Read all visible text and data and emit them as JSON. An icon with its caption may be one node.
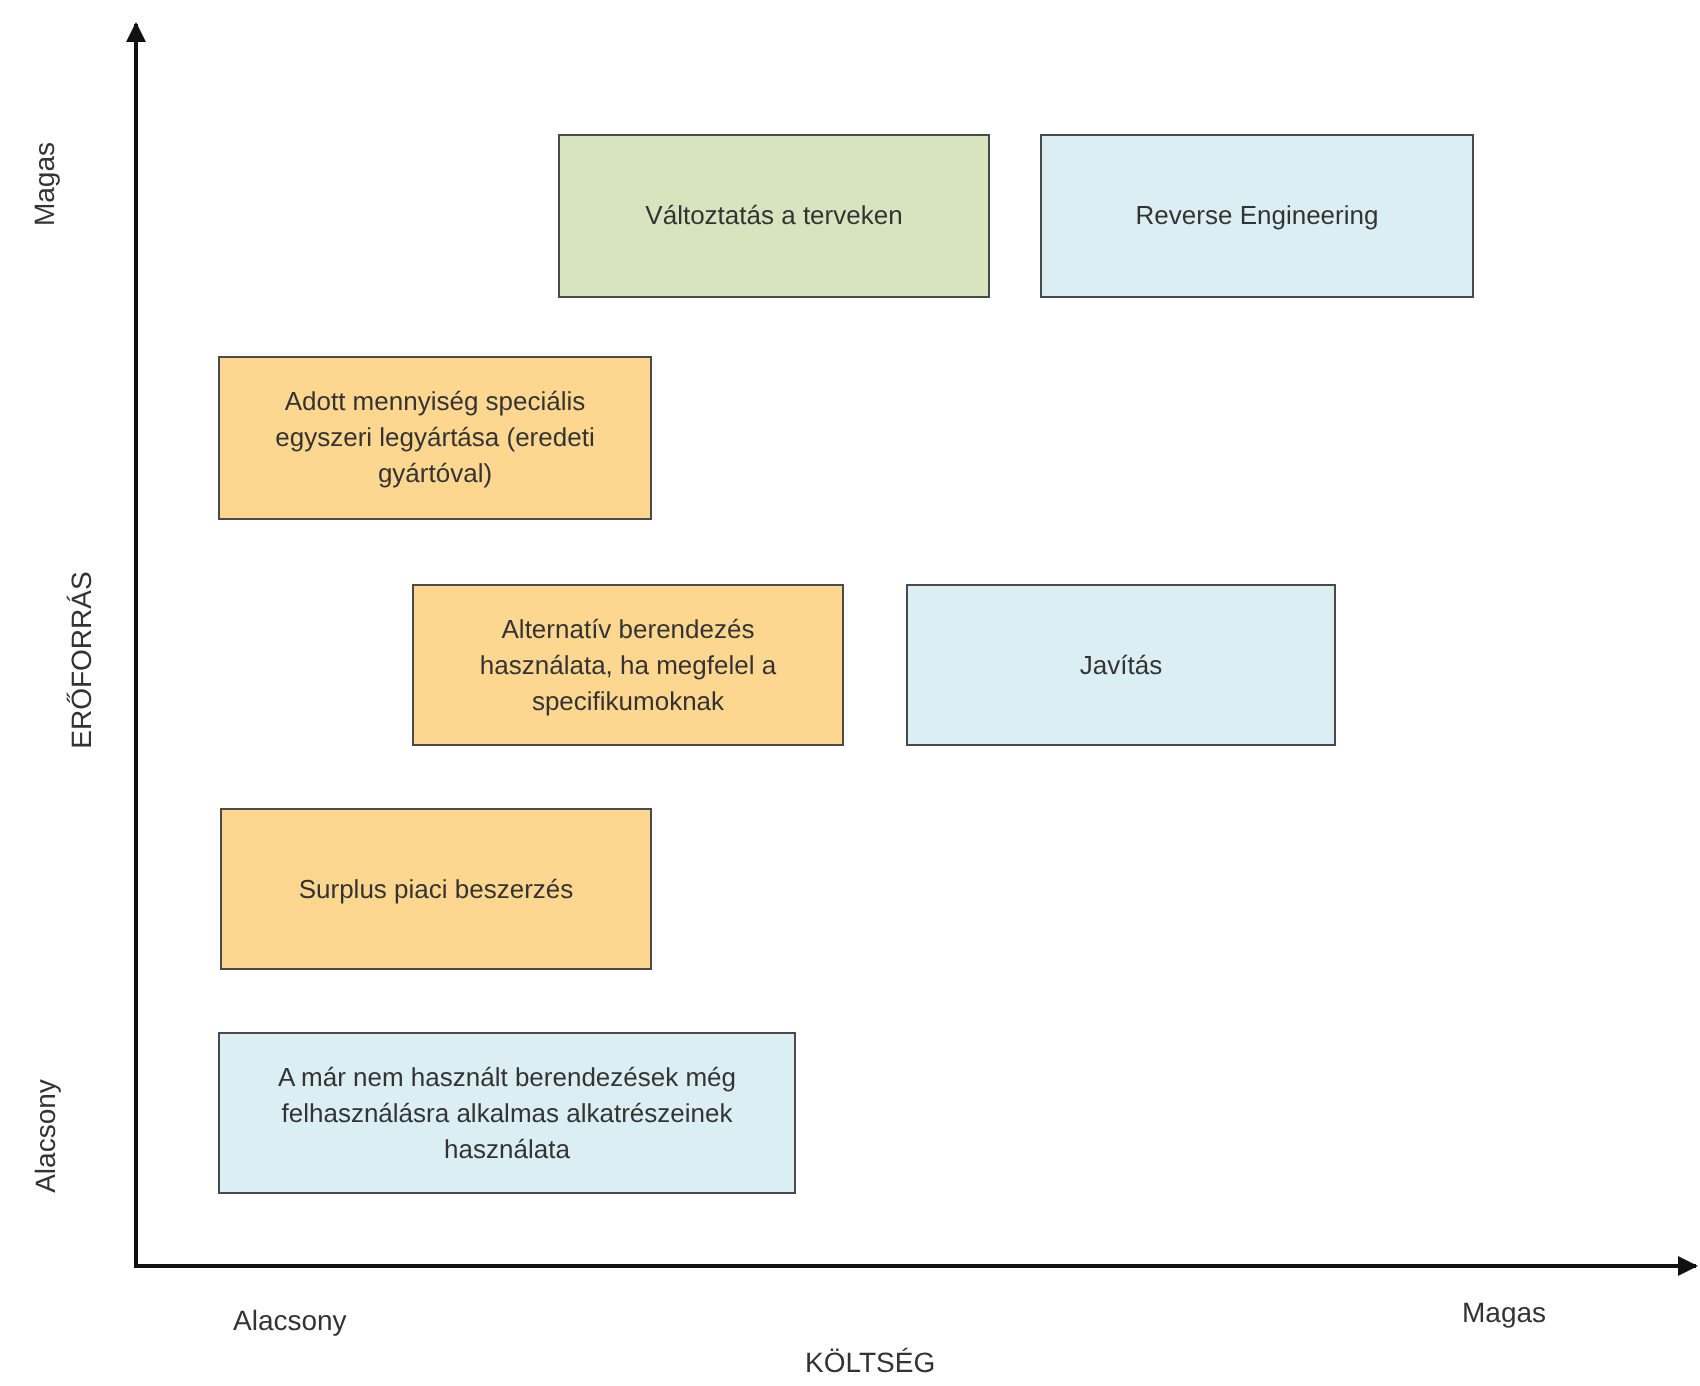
{
  "diagram": {
    "nodes": [
      {
        "text": [
          "Változtatás a terveken"
        ]
      },
      {
        "text": [
          "Reverse Engineering"
        ]
      },
      {
        "text": [
          "Adott mennyiség speciális egyszeri legyártása (eredeti gyártóval)"
        ]
      },
      {
        "text": [
          "Alternatív berendezés használata, ha megfelel a specifikumoknak"
        ]
      },
      {
        "text": [
          "Javítás"
        ]
      },
      {
        "text": [
          "Surplus piaci beszerzés"
        ]
      },
      {
        "text": [
          "A már nem használt berendezések még felhasználásra alkalmas alkatrészeinek használata"
        ]
      }
    ],
    "edges": [],
    "labels": [
      "Magas",
      "ERŐFORRÁS",
      "Alacsony",
      "Alacsony",
      "Magas",
      "KÖLTSÉG"
    ]
  }
}
